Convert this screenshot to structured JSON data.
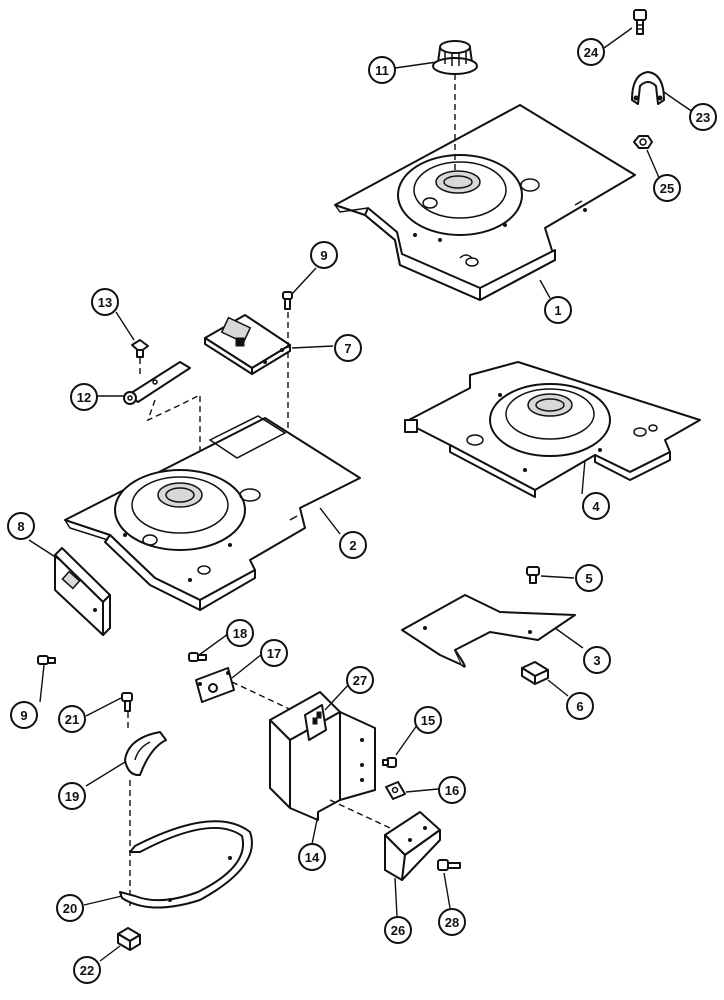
{
  "callouts": [
    {
      "id": "c1",
      "label": "1"
    },
    {
      "id": "c2",
      "label": "2"
    },
    {
      "id": "c3",
      "label": "3"
    },
    {
      "id": "c4",
      "label": "4"
    },
    {
      "id": "c5",
      "label": "5"
    },
    {
      "id": "c6",
      "label": "6"
    },
    {
      "id": "c7",
      "label": "7"
    },
    {
      "id": "c8",
      "label": "8"
    },
    {
      "id": "c9a",
      "label": "9"
    },
    {
      "id": "c9b",
      "label": "9"
    },
    {
      "id": "c11",
      "label": "11"
    },
    {
      "id": "c12",
      "label": "12"
    },
    {
      "id": "c13",
      "label": "13"
    },
    {
      "id": "c14",
      "label": "14"
    },
    {
      "id": "c15",
      "label": "15"
    },
    {
      "id": "c16",
      "label": "16"
    },
    {
      "id": "c17",
      "label": "17"
    },
    {
      "id": "c18",
      "label": "18"
    },
    {
      "id": "c19",
      "label": "19"
    },
    {
      "id": "c20",
      "label": "20"
    },
    {
      "id": "c21",
      "label": "21"
    },
    {
      "id": "c22",
      "label": "22"
    },
    {
      "id": "c23",
      "label": "23"
    },
    {
      "id": "c24",
      "label": "24"
    },
    {
      "id": "c25",
      "label": "25"
    },
    {
      "id": "c26",
      "label": "26"
    },
    {
      "id": "c27",
      "label": "27"
    },
    {
      "id": "c28",
      "label": "28"
    }
  ]
}
